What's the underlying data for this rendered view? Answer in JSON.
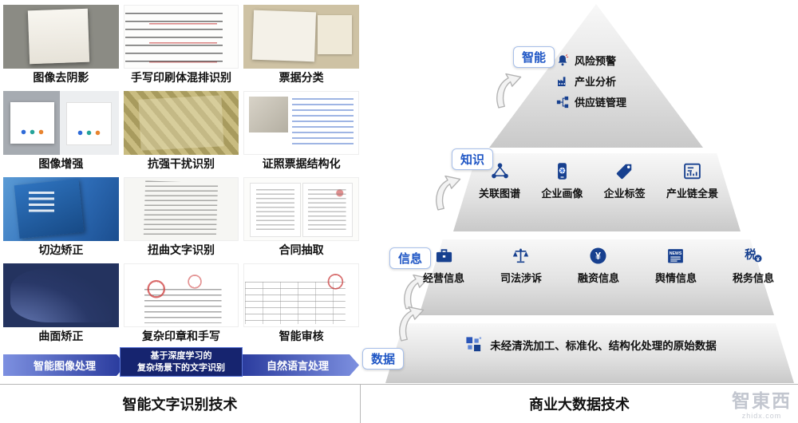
{
  "left_panel": {
    "cells": [
      {
        "label": "图像去阴影"
      },
      {
        "label": "手写印刷体混排识别"
      },
      {
        "label": "票据分类"
      },
      {
        "label": "图像增强"
      },
      {
        "label": "抗强干扰识别"
      },
      {
        "label": "证照票据结构化"
      },
      {
        "label": "切边矫正"
      },
      {
        "label": "扭曲文字识别"
      },
      {
        "label": "合同抽取"
      },
      {
        "label": "曲面矫正"
      },
      {
        "label": "复杂印章和手写"
      },
      {
        "label": "智能审核"
      }
    ],
    "process_bar": {
      "left": "智能图像处理",
      "middle_line1": "基于深度学习的",
      "middle_line2": "复杂场景下的文字识别",
      "right": "自然语言处理"
    },
    "caption": "智能文字识别技术"
  },
  "pyramid": {
    "tags": [
      {
        "label": "智能"
      },
      {
        "label": "知识"
      },
      {
        "label": "信息"
      },
      {
        "label": "数据"
      }
    ],
    "level_top": {
      "items": [
        {
          "label": "风险预警"
        },
        {
          "label": "产业分析"
        },
        {
          "label": "供应链管理"
        }
      ]
    },
    "level_knowledge": {
      "items": [
        {
          "label": "关联图谱"
        },
        {
          "label": "企业画像"
        },
        {
          "label": "企业标签"
        },
        {
          "label": "产业链全景"
        }
      ]
    },
    "level_info": {
      "items": [
        {
          "label": "经营信息"
        },
        {
          "label": "司法涉诉"
        },
        {
          "label": "融资信息"
        },
        {
          "label": "舆情信息"
        },
        {
          "label": "税务信息"
        }
      ]
    },
    "level_data": {
      "text": "未经清洗加工、标准化、结构化处理的原始数据"
    },
    "caption": "商业大数据技术"
  },
  "icon_texts": {
    "news": "NEWS",
    "yen": "¥",
    "tax": "税",
    "tax_coin": "¥"
  },
  "watermark": {
    "logo": "智東西",
    "domain": "zhidx.com"
  },
  "colors": {
    "icon_blue": "#17408f",
    "bar_navy": "#16246f",
    "tag_blue": "#1f56c5"
  }
}
